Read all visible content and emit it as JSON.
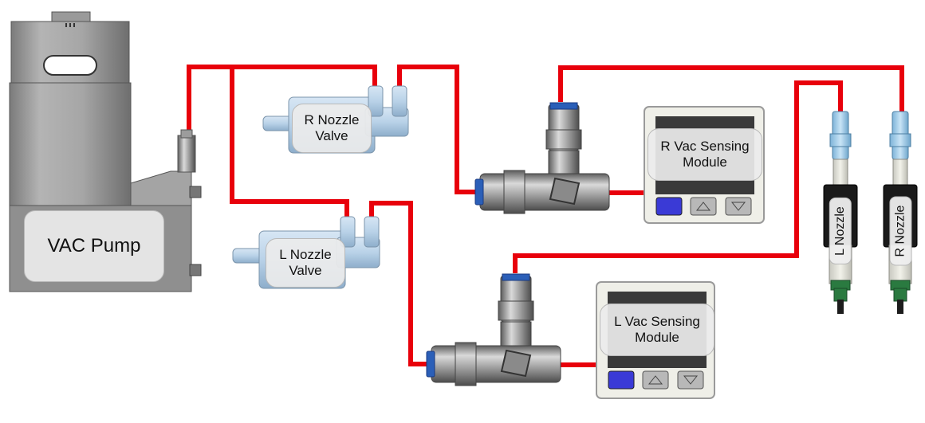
{
  "colors": {
    "tubing": "#e8000b",
    "fitting_band": "#2b5fb8",
    "display_button": "#3a3ad6",
    "valve_body": "#b9d2e8"
  },
  "labels": {
    "vac_pump": "VAC Pump",
    "r_nozzle_valve": [
      "R Nozzle",
      "Valve"
    ],
    "l_nozzle_valve": [
      "L Nozzle",
      "Valve"
    ],
    "r_vac_sensing_module": [
      "R Vac Sensing",
      "Module"
    ],
    "l_vac_sensing_module": [
      "L Vac Sensing",
      "Module"
    ],
    "l_nozzle": "L Nozzle",
    "r_nozzle": "R Nozzle"
  },
  "icons": {
    "sensor_up_button": "triangle-up-icon",
    "sensor_down_button": "triangle-down-icon"
  }
}
